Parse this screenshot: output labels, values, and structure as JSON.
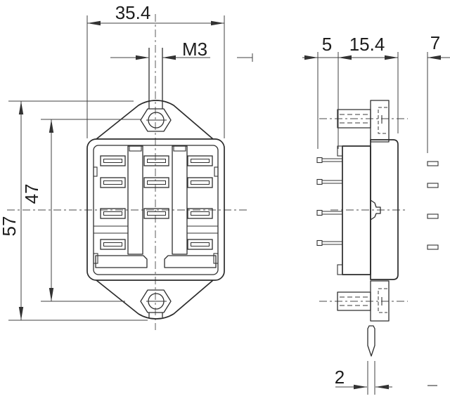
{
  "labels": {
    "front": {
      "body_width": "35.4",
      "mount_thread": "M3",
      "overall_height": "57",
      "mount_hole_spacing": "47"
    },
    "side": {
      "pin_plane_offset": "5",
      "body_depth": "15.4",
      "rear_pin_length": "7",
      "terminal_thickness": "2"
    }
  },
  "colors": {
    "line": "#2b2b2b",
    "dimension": "#404040",
    "text": "#1d1d1d",
    "background": "#ffffff"
  }
}
